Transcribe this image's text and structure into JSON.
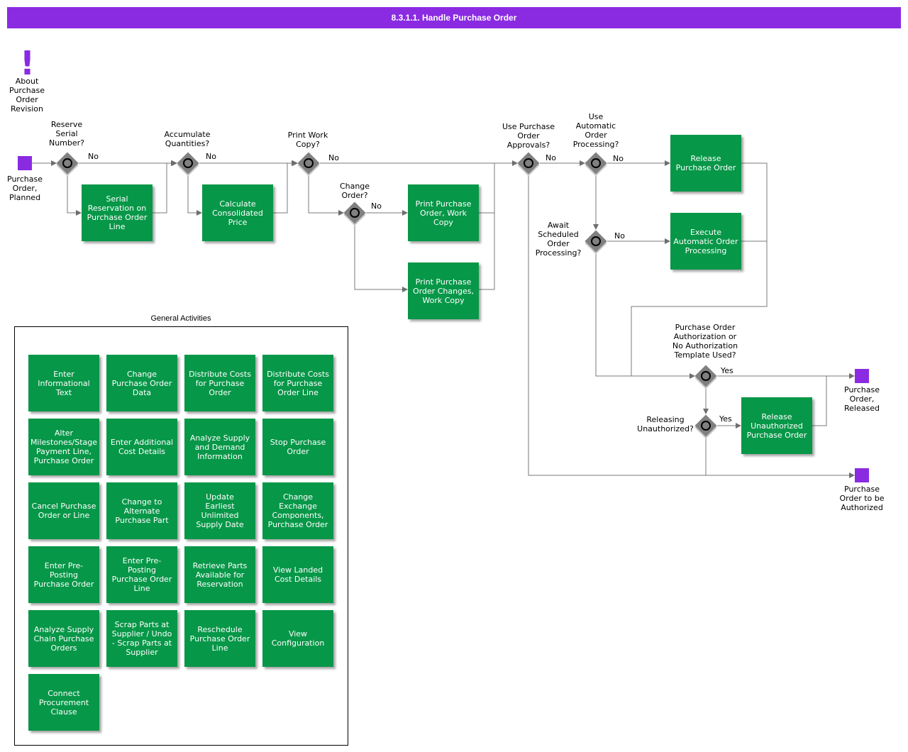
{
  "title": "8.3.1.1. Handle Purchase Order",
  "colors": {
    "header": "#8a2be2",
    "task": "#079748",
    "terminal": "#8a2be2",
    "gateway": "#808080"
  },
  "annotation": {
    "icon": "exclamation-icon",
    "label": "About\nPurchase\nOrder\nRevision"
  },
  "events": {
    "start": "Purchase\nOrder,\nPlanned",
    "end_released": "Purchase\nOrder,\nReleased",
    "end_authorize": "Purchase\nOrder to be\nAuthorized"
  },
  "gateways": {
    "reserve": "Reserve\nSerial\nNumber?",
    "accumulate": "Accumulate\nQuantities?",
    "print_copy": "Print Work\nCopy?",
    "change_order": "Change\nOrder?",
    "approvals": "Use Purchase\nOrder\nApprovals?",
    "automatic": "Use\nAutomatic\nOrder\nProcessing?",
    "await": "Await\nScheduled\nOrder\nProcessing?",
    "authorization": "Purchase Order\nAuthorization or\nNo Authorization\nTemplate Used?",
    "releasing": "Releasing\nUnauthorized?"
  },
  "edge_labels": {
    "no": "No",
    "yes": "Yes"
  },
  "tasks": {
    "serial": "Serial\nReservation on\nPurchase Order\nLine",
    "consolidated": "Calculate\nConsolidated\nPrice",
    "print_work": "Print Purchase\nOrder, Work\nCopy",
    "print_changes": "Print Purchase\nOrder Changes,\nWork Copy",
    "release": "Release\nPurchase Order",
    "execute": "Execute\nAutomatic Order\nProcessing",
    "release_unauth": "Release\nUnauthorized\nPurchase Order"
  },
  "general": {
    "title": "General Activities",
    "items": [
      "Enter\nInformational\nText",
      "Change\nPurchase Order\nData",
      "Distribute Costs\nfor Purchase\nOrder",
      "Distribute Costs\nfor Purchase\nOrder Line",
      "Alter\nMilestones/Stage\nPayment Line,\nPurchase Order",
      "Enter Additional\nCost Details",
      "Analyze Supply\nand Demand\nInformation",
      "Stop Purchase\nOrder",
      "Cancel Purchase\nOrder or Line",
      "Change to\nAlternate\nPurchase Part",
      "Update\nEarliest\nUnlimited\nSupply Date",
      "Change\nExchange\nComponents,\nPurchase Order",
      "Enter Pre-\nPosting\nPurchase Order",
      "Enter Pre-\nPosting\nPurchase Order\nLine",
      "Retrieve Parts\nAvailable for\nReservation",
      "View Landed\nCost Details",
      "Analyze Supply\nChain Purchase\nOrders",
      "Scrap Parts at\nSupplier / Undo\n- Scrap Parts at\nSupplier",
      "Reschedule\nPurchase Order\nLine",
      "View\nConfiguration",
      "Connect\nProcurement\nClause"
    ]
  }
}
